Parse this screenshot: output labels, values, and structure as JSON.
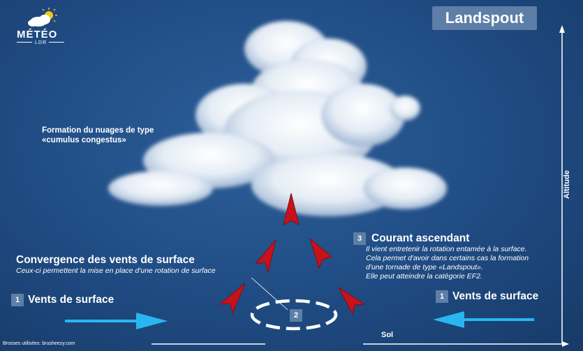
{
  "logo": {
    "name": "MÉTÉO",
    "sub": "LDR"
  },
  "title": "Landspout",
  "cloud_note": {
    "line1": "Formation du nuages de type",
    "line2": "«cumulus congestus»"
  },
  "convergence": {
    "title": "Convergence des vents de surface",
    "desc": "Ceux-ci permettent la mise en place d'une rotation de surface",
    "number": "2"
  },
  "surface_wind": {
    "number": "1",
    "label": "Vents de surface"
  },
  "updraft": {
    "number": "3",
    "title": "Courant ascendant",
    "lines": [
      "Il vient entretenir la rotation entamée à la surface.",
      "Cela permet d'avoir dans certains cas la formation",
      "d'une tornade de type «Landspout».",
      "Elle peut atteindre la catégorie EF2."
    ]
  },
  "axes": {
    "ground": "Sol",
    "altitude": "Altitude"
  },
  "credit": "Brosses utilisées: brusheezy.com",
  "colors": {
    "background": "#1f4b82",
    "badge": "#5d7ea6",
    "arrow_red": "#c8121b",
    "wind_arrow": "#29b6f0"
  }
}
